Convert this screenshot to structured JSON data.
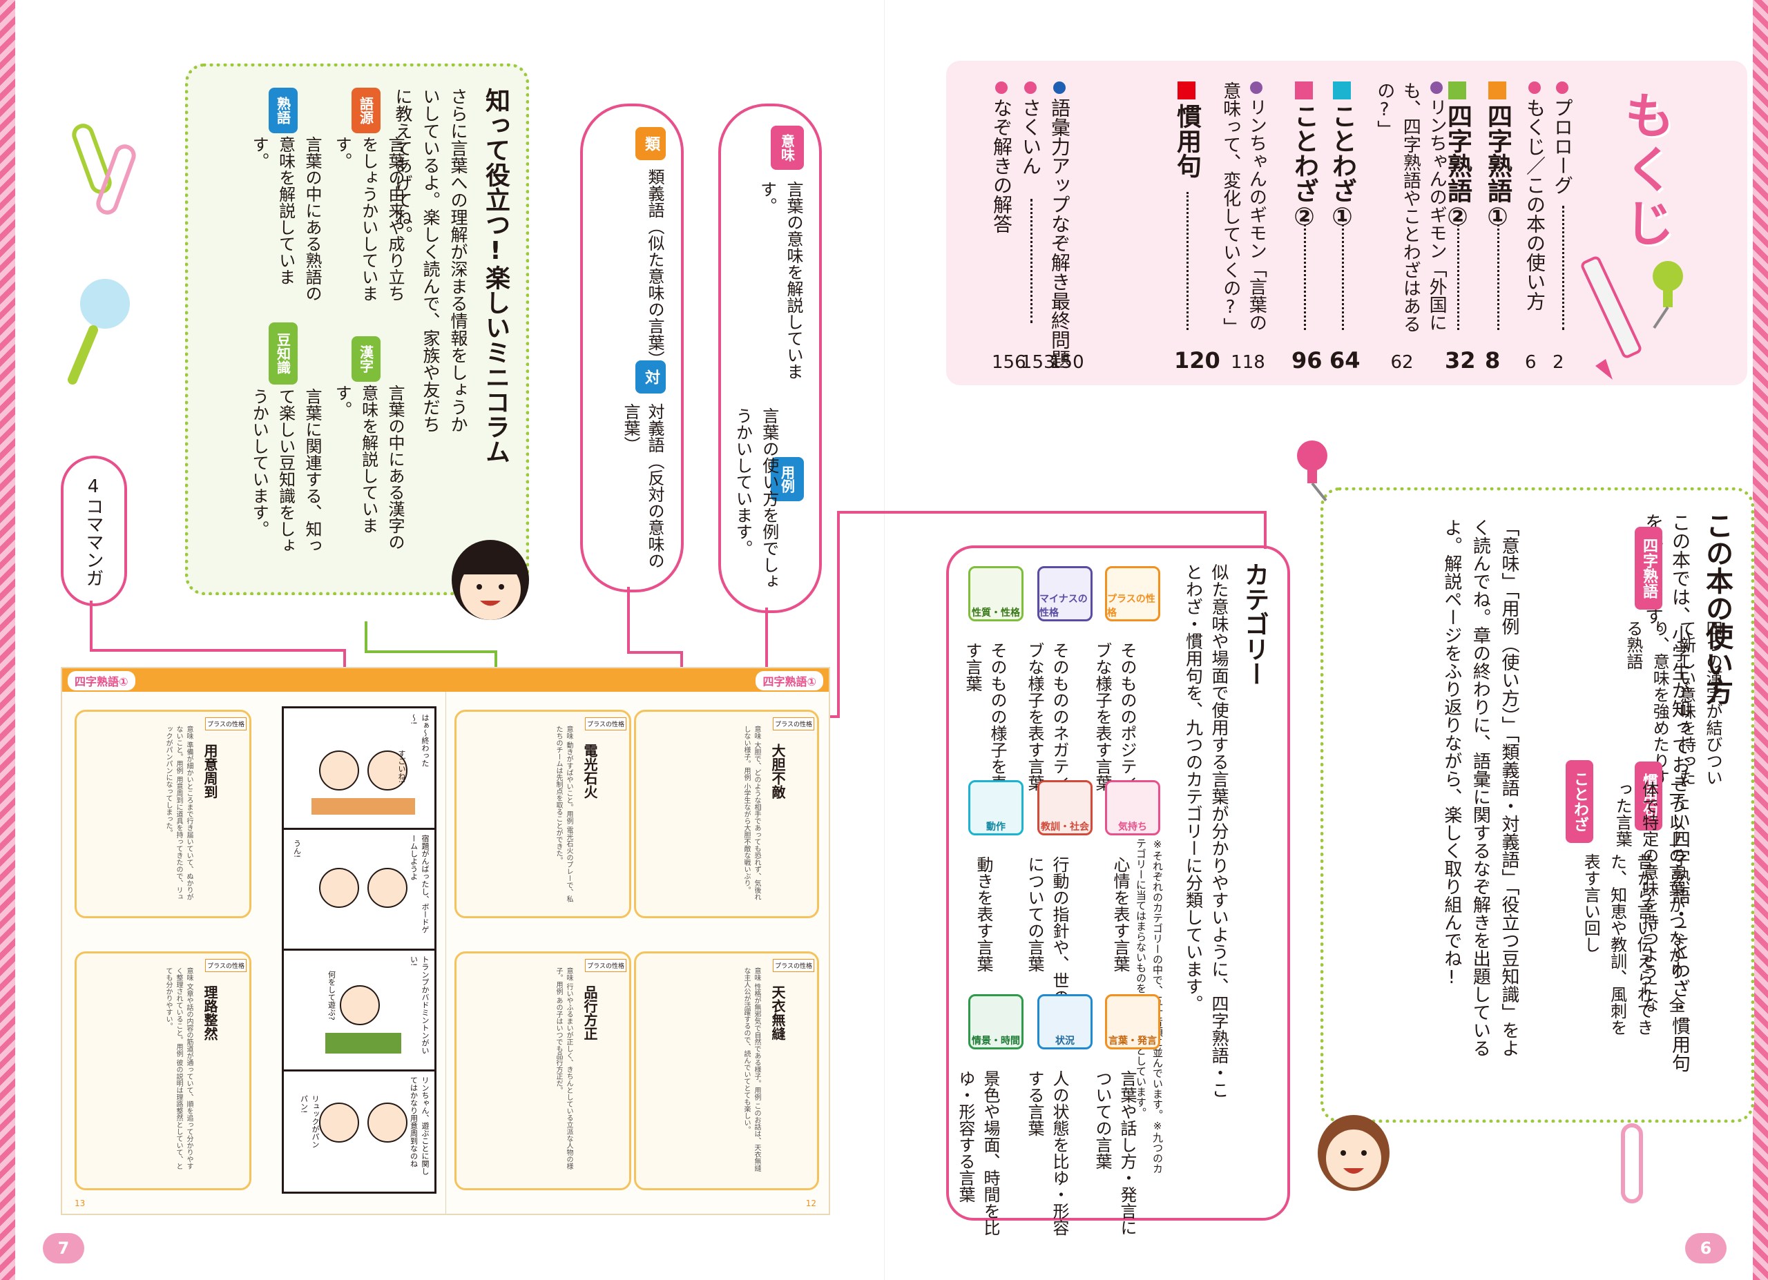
{
  "page_left": "7",
  "page_right": "6",
  "toc": {
    "title": "もくじ",
    "items": [
      {
        "label": "プロローグ",
        "page": "2",
        "style": "dot",
        "color": "#e8508b"
      },
      {
        "label": "もくじ／この本の使い方",
        "page": "6",
        "style": "dot",
        "color": "#e8508b"
      },
      {
        "label": "四字熟語①",
        "page": "8",
        "style": "square",
        "color": "#f29020"
      },
      {
        "label": "四字熟語②",
        "page": "32",
        "style": "square",
        "color": "#7fbe3a"
      },
      {
        "label": "リンちゃんのギモン「外国にも、四字熟語やことわざはあるの?」",
        "page": "62",
        "style": "dot",
        "color": "#8b55a3"
      },
      {
        "label": "ことわざ①",
        "page": "64",
        "style": "square",
        "color": "#1bb3cf"
      },
      {
        "label": "ことわざ②",
        "page": "96",
        "style": "square",
        "color": "#e8508b"
      },
      {
        "label": "リンちゃんのギモン「言葉の意味って、変化していくの?」",
        "page": "118",
        "style": "dot",
        "color": "#8b55a3"
      },
      {
        "label": "慣用句",
        "page": "120",
        "style": "square",
        "color": "#e60012"
      },
      {
        "label": "語彙力アップなぞ解き最終問題",
        "page": "150",
        "style": "dot",
        "color": "#1f5fb3"
      },
      {
        "label": "さくいん",
        "page": "153",
        "style": "dot",
        "color": "#e8508b"
      },
      {
        "label": "なぞ解きの解答",
        "page": "156",
        "style": "dot",
        "color": "#e8508b"
      }
    ]
  },
  "howto": {
    "title": "この本の使い方",
    "intro": "この本では、小学生が知っておきたい四字熟語・ことわざ・慣用句を学習します。",
    "defs": [
      {
        "tag": "四字熟語",
        "text": "四つの漢字が結びついて新しい意味を持ったり、意味を強めたりする熟語"
      },
      {
        "tag": "ことわざ",
        "text": "昔から言い伝えられてきた、知恵や教訓、風刺を表す言い回し"
      },
      {
        "tag": "慣用句",
        "text": "二つ以上の言葉がつながり、全体で特定の意味を持つようになった言葉"
      }
    ],
    "body": "「意味」「用例（使い方）」「類義語・対義語」「役立つ豆知識」をよく読んでね。章の終わりに、語彙に関するなぞ解きを出題しているよ。解説ページをふり返りながら、楽しく取り組んでね!"
  },
  "category": {
    "title": "カテゴリー",
    "intro": "似た意味や場面で使用する言葉が分かりやすいように、四字熟語・ことわざ・慣用句を、九つのカテゴリーに分類しています。",
    "note": "※それぞれのカテゴリーの中で、五十音順に並んでいます。※九つのカテゴリーに当てはまらないものを「その他」としています。",
    "items": [
      {
        "icon": "プラスの性格",
        "text": "そのもののポジティブな様子を表す言葉"
      },
      {
        "icon": "マイナスの性格",
        "text": "そのもののネガティブな様子を表す言葉"
      },
      {
        "icon": "性質・性格",
        "text": "そのものの様子を表す言葉"
      },
      {
        "icon": "気持ち",
        "text": "心情を表す言葉"
      },
      {
        "icon": "教訓・社会",
        "text": "行動の指針や、世の中についての言葉"
      },
      {
        "icon": "動作",
        "text": "動きを表す言葉"
      },
      {
        "icon": "言葉・発言",
        "text": "言葉や話し方・発言についての言葉"
      },
      {
        "icon": "状況",
        "text": "人の状態を比ゆ・形容する言葉"
      },
      {
        "icon": "情景・時間",
        "text": "景色や場面、時間を比ゆ・形容する言葉"
      }
    ]
  },
  "pills": {
    "imi": {
      "tag": "意味",
      "text": "言葉の意味を解説しています。"
    },
    "yourei": {
      "tag": "用例",
      "text": "言葉の使い方を例でしょうかいしています。"
    },
    "rui": {
      "tag": "類",
      "text": "類義語（似た意味の言葉）"
    },
    "tai": {
      "tag": "対",
      "text": "対義語（反対の意味の言葉）"
    },
    "manga": {
      "text": "4コママンガ"
    }
  },
  "column": {
    "title": "知って役立つ!楽しいミニコラム",
    "intro": "さらに言葉への理解が深まる情報をしょうかいしているよ。楽しく読んで、家族や友だちに教えてあげてね。",
    "items": [
      {
        "tag": "語源",
        "color": "#e8622c",
        "text": "言葉の由来や成り立ちをしょうかいしています。"
      },
      {
        "tag": "漢字",
        "color": "#7fbe3a",
        "text": "言葉の中にある漢字の意味を解説しています。"
      },
      {
        "tag": "熟語",
        "color": "#1f8ad0",
        "text": "言葉の中にある熟語の意味を解説しています。"
      },
      {
        "tag": "豆知識",
        "color": "#7fbe3a",
        "text": "言葉に関連する、知って楽しい豆知識をしょうかいしています。"
      }
    ]
  },
  "book": {
    "header": "四字熟語①",
    "left_page_no": "13",
    "right_page_no": "12",
    "cards": [
      {
        "title": "大胆不敵",
        "badge": "プラスの性格"
      },
      {
        "title": "電光石火",
        "badge": "プラスの性格"
      },
      {
        "title": "天衣無縫",
        "badge": "プラスの性格"
      },
      {
        "title": "品行方正",
        "badge": "プラスの性格"
      },
      {
        "title": "用意周到",
        "badge": "プラスの性格"
      },
      {
        "title": "理路整然",
        "badge": "プラスの性格"
      }
    ],
    "manga_lines": [
      "はぁ～終わった～!",
      "すごいね!",
      "宿題がんばったし、ボードゲームしようよ",
      "うん!",
      "トランプかバドミントンがいい!",
      "何をして遊ぶ?",
      "リンちゃん、遊ぶことに関してはかなり用意周到なのね",
      "リュックがパンパン!"
    ]
  }
}
